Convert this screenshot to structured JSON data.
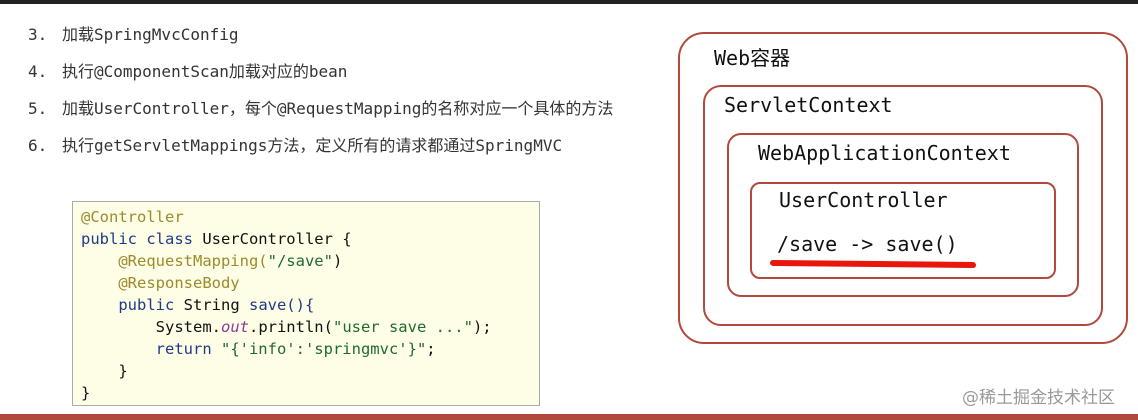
{
  "steps": [
    {
      "num": "3.",
      "text": "加载SpringMvcConfig"
    },
    {
      "num": "4.",
      "text": "执行@ComponentScan加载对应的bean"
    },
    {
      "num": "5.",
      "text": "加载UserController，每个@RequestMapping的名称对应一个具体的方法"
    },
    {
      "num": "6.",
      "text": "执行getServletMappings方法，定义所有的请求都通过SpringMVC"
    }
  ],
  "code": {
    "l1": "@Controller",
    "l2a": "public class",
    "l2b": " UserController {",
    "l3a": "    @RequestMapping(",
    "l3b": "\"/save\"",
    "l3c": ")",
    "l4": "    @ResponseBody",
    "l5a": "    public",
    "l5b": " String ",
    "l5c": "save(){",
    "l6a": "        System.",
    "l6b": "out",
    "l6c": ".println(",
    "l6d": "\"user save ...\"",
    "l6e": ");",
    "l7a": "        return ",
    "l7b": "\"{'info':'springmvc'}\"",
    "l7c": ";",
    "l8": "    }",
    "l9": "}"
  },
  "diagram": {
    "web_container": "Web容器",
    "servlet_context": "ServletContext",
    "web_app_context": "WebApplicationContext",
    "user_controller": "UserController",
    "mapping": "/save -> save()"
  },
  "watermark": "@稀土掘金技术社区",
  "colors": {
    "box": "#b04a3c",
    "underline": "#e8160c",
    "code_bg": "#fefde6"
  }
}
